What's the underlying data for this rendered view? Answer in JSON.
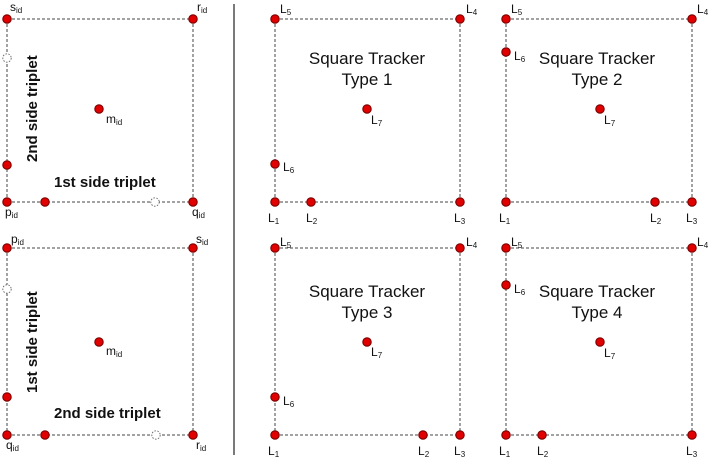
{
  "diagram": {
    "left_panel": {
      "top": {
        "corners": [
          {
            "main": "s",
            "sub": "id"
          },
          {
            "main": "r",
            "sub": "id"
          },
          {
            "main": "p",
            "sub": "id"
          },
          {
            "main": "q",
            "sub": "id"
          }
        ],
        "middle": {
          "main": "m",
          "sub": "id"
        },
        "first_side_label": "1st side triplet",
        "second_side_label": "2nd side triplet"
      },
      "bottom": {
        "corners": [
          {
            "main": "p",
            "sub": "id"
          },
          {
            "main": "s",
            "sub": "id"
          },
          {
            "main": "q",
            "sub": "id"
          },
          {
            "main": "r",
            "sub": "id"
          }
        ],
        "middle": {
          "main": "m",
          "sub": "id"
        },
        "first_side_label": "1st side triplet",
        "second_side_label": "2nd side triplet"
      }
    },
    "trackers": [
      {
        "title_line1": "Square Tracker",
        "title_line2": "Type 1",
        "labels": {
          "L1": "1",
          "L2": "2",
          "L3": "3",
          "L4": "4",
          "L5": "5",
          "L6": "6",
          "L7": "7"
        }
      },
      {
        "title_line1": "Square Tracker",
        "title_line2": "Type 2",
        "labels": {
          "L1": "1",
          "L2": "2",
          "L3": "3",
          "L4": "4",
          "L5": "5",
          "L6": "6",
          "L7": "7"
        }
      },
      {
        "title_line1": "Square Tracker",
        "title_line2": "Type 3",
        "labels": {
          "L1": "1",
          "L2": "2",
          "L3": "3",
          "L4": "4",
          "L5": "5",
          "L6": "6",
          "L7": "7"
        }
      },
      {
        "title_line1": "Square Tracker",
        "title_line2": "Type 4",
        "labels": {
          "L1": "1",
          "L2": "2",
          "L3": "3",
          "L4": "4",
          "L5": "5",
          "L6": "6",
          "L7": "7"
        }
      }
    ],
    "label_letter": "L"
  }
}
